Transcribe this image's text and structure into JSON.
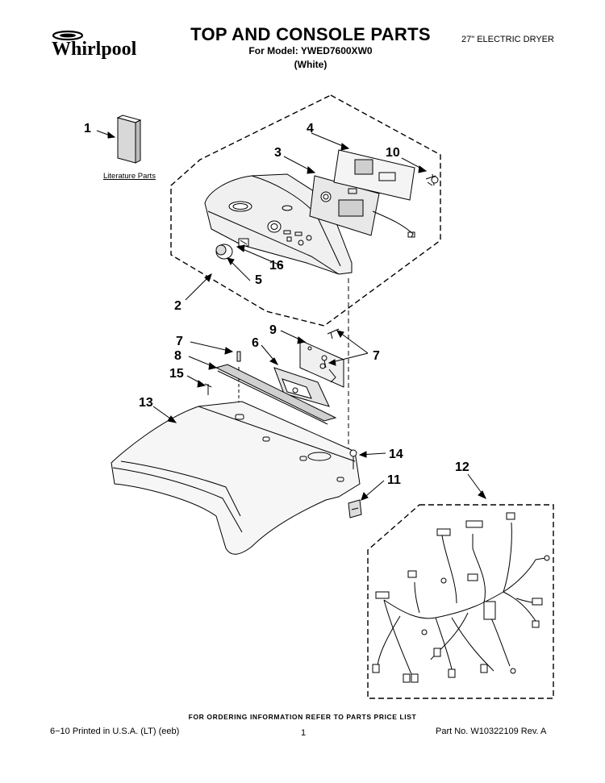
{
  "header": {
    "brand": "Whirlpool",
    "title": "TOP AND CONSOLE PARTS",
    "model": "For Model: YWED7600XW0",
    "color": "(White)",
    "product": "27\" ELECTRIC DRYER"
  },
  "diagram": {
    "literature_label": "Literature Parts",
    "callouts": [
      "1",
      "2",
      "3",
      "4",
      "5",
      "6",
      "7",
      "7",
      "8",
      "9",
      "10",
      "11",
      "12",
      "13",
      "14",
      "15",
      "16"
    ]
  },
  "footer": {
    "ordering_info": "FOR ORDERING INFORMATION REFER TO PARTS PRICE LIST",
    "printed": "6−10 Printed in U.S.A. (LT) (eeb)",
    "page": "1",
    "part_number": "Part No. W10322109 Rev. A"
  }
}
